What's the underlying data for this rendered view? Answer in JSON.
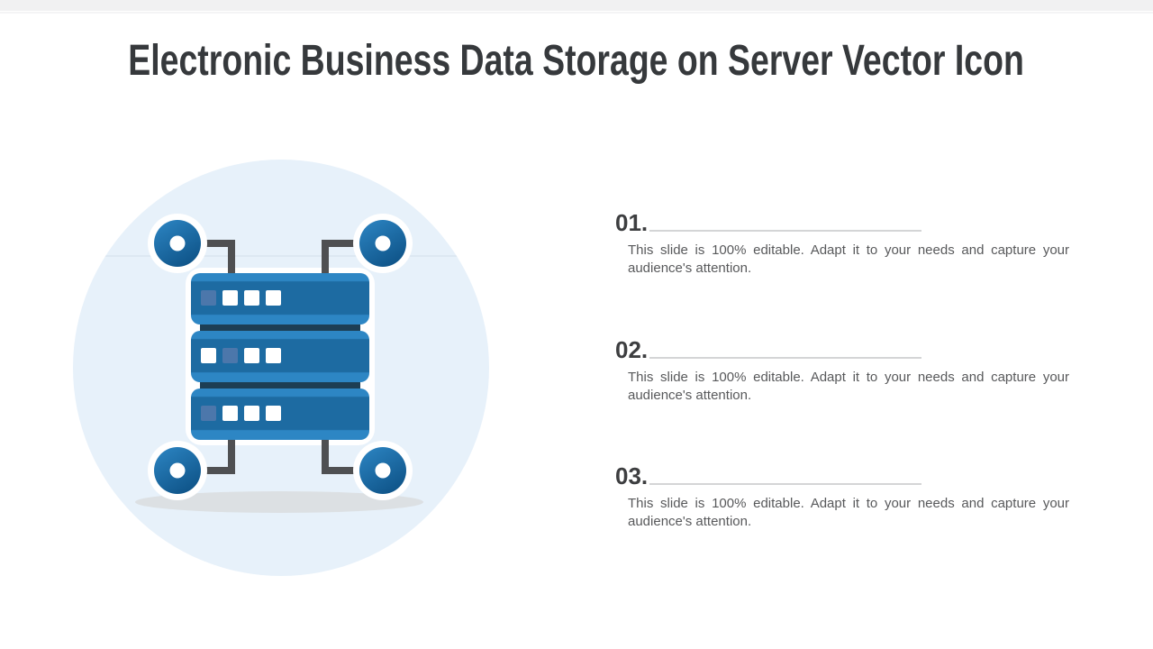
{
  "slide": {
    "title": "Electronic Business Data Storage on Server Vector Icon",
    "sections": [
      {
        "number": "01.",
        "description": "This slide is 100% editable. Adapt it to your needs and capture your audience's attention."
      },
      {
        "number": "02.",
        "description": "This slide is 100% editable. Adapt it to your needs and capture your audience's attention."
      },
      {
        "number": "03.",
        "description": "This slide is 100% editable. Adapt it to your needs and capture your audience's attention."
      }
    ]
  },
  "illustration": {
    "name": "business-data-server-icon",
    "icons": [
      "server-rack-icon",
      "network-node-icon",
      "connector-line",
      "background-circle",
      "shadow-ellipse"
    ],
    "rack_count": 3,
    "node_count": 4
  },
  "colors": {
    "top_bar_gray": "#f1f1f2",
    "title_text": "#36393c",
    "number_text": "#3d3e40",
    "body_text": "#58595b",
    "underline_gray": "#d4d5d6",
    "circle_bg": "#e7f1fa",
    "shadow_gray": "#dce0e3",
    "connector_gray": "#4f5052",
    "accent_blue": "#1d6ba2",
    "accent_blue_light": "#2d86c4",
    "node_blue_dark": "#10568b",
    "rack_gap_navy": "#1d3e54",
    "muted_square_blue": "#4c77ab"
  }
}
